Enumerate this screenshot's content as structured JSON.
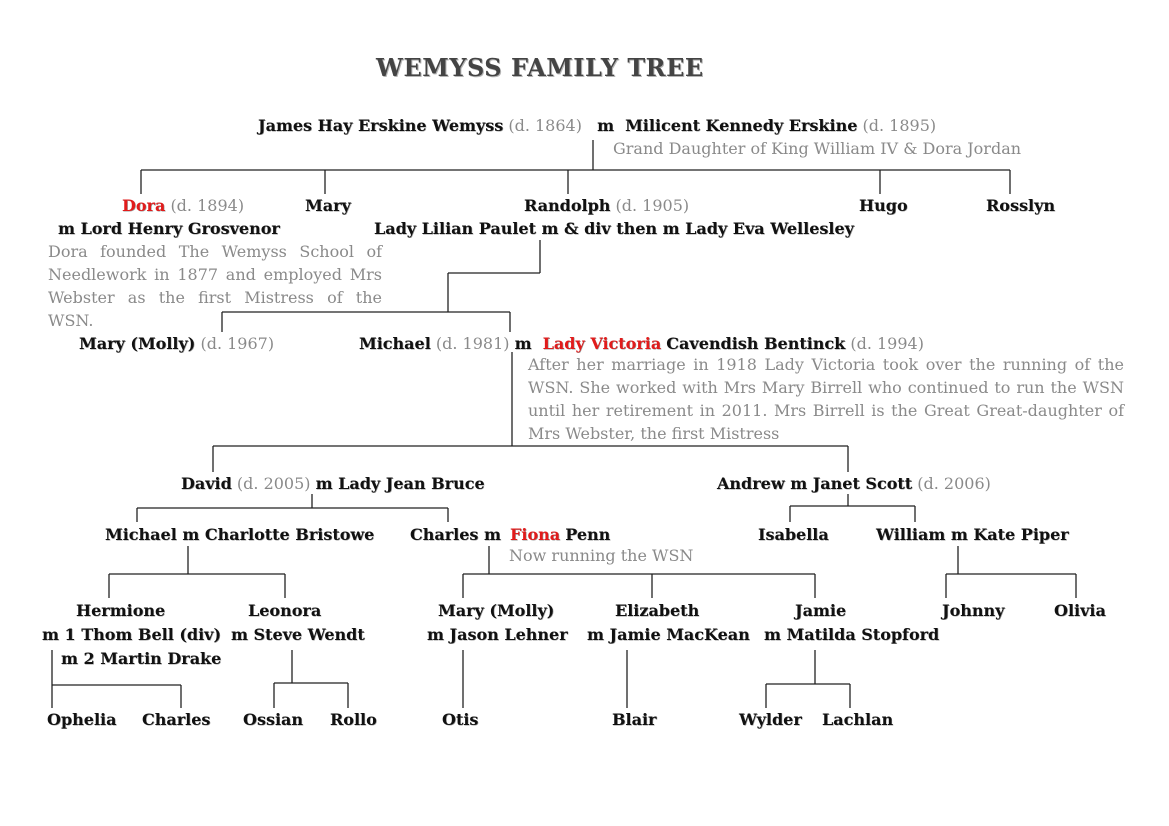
{
  "title": "WEMYSS FAMILY TREE",
  "gen1": {
    "james": "James Hay Erskine Wemyss",
    "james_d": "(d. 1864)",
    "m": "m",
    "milicent": "Milicent Kennedy Erskine",
    "milicent_d": "(d. 1895)",
    "milicent_note": "Grand Daughter of King William IV & Dora Jordan"
  },
  "gen2": {
    "dora": "Dora",
    "dora_d": "(d. 1894)",
    "dora_spouse": "m Lord Henry Grosvenor",
    "dora_note": "Dora founded The Wemyss School of Needlework in 1877 and employed Mrs Webster as the first Mistress of the WSN.",
    "mary": "Mary",
    "randolph": "Randolph",
    "randolph_d": "(d. 1905)",
    "randolph_spouse": "Lady Lilian Paulet  m & div then m  Lady Eva Wellesley",
    "hugo": "Hugo",
    "rosslyn": "Rosslyn"
  },
  "gen3": {
    "mary_molly": "Mary (Molly)",
    "mary_molly_d": "(d. 1967)",
    "michael": "Michael",
    "michael_d": "(d. 1981)",
    "m": "m",
    "victoria_red": "Lady Victoria",
    "victoria_rest": "Cavendish Bentinck",
    "victoria_d": "(d. 1994)",
    "victoria_note": "After her marriage in 1918 Lady Victoria took over the running of the WSN.  She worked with Mrs Mary Birrell who continued to run the WSN until her retirement in 2011.  Mrs Birrell is the Great Great-daughter of Mrs Webster, the first Mistress"
  },
  "gen4": {
    "david": "David",
    "david_d": "(d. 2005)",
    "david_spouse": "m  Lady Jean Bruce",
    "andrew": "Andrew  m  Janet Scott",
    "andrew_d": "(d. 2006)"
  },
  "gen5": {
    "michael_c": "Michael  m  Charlotte Bristowe",
    "charles_pre": "Charles  m",
    "fiona": "Fiona",
    "penn": "Penn",
    "fiona_note": "Now running the WSN",
    "isabella": "Isabella",
    "william": "William  m  Kate Piper"
  },
  "gen6": {
    "hermione": "Hermione",
    "hermione_m1": "m 1 Thom Bell (div)",
    "hermione_m2": "m 2 Martin Drake",
    "leonora": "Leonora",
    "leonora_m": "m Steve Wendt",
    "mary_molly2": "Mary (Molly)",
    "mary_molly2_m": "m Jason Lehner",
    "elizabeth": "Elizabeth",
    "elizabeth_m": "m Jamie MacKean",
    "jamie": "Jamie",
    "jamie_m": "m Matilda Stopford",
    "johnny": "Johnny",
    "olivia": "Olivia"
  },
  "gen7": {
    "ophelia": "Ophelia",
    "charles": "Charles",
    "ossian": "Ossian",
    "rollo": "Rollo",
    "otis": "Otis",
    "blair": "Blair",
    "wylder": "Wylder",
    "lachlan": "Lachlan"
  }
}
